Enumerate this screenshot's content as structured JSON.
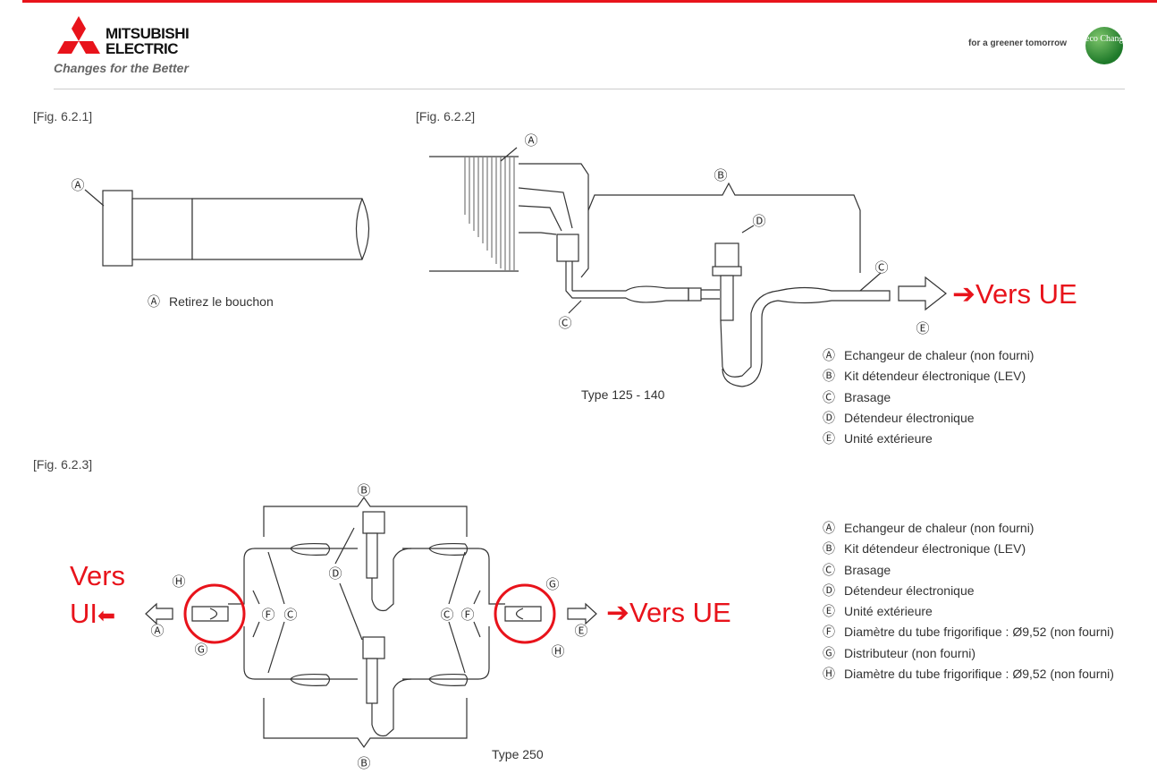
{
  "header": {
    "brand_line1": "MITSUBISHI",
    "brand_line2": "ELECTRIC",
    "tagline": "Changes for the Better",
    "slogan": "for a greener tomorrow",
    "eco_logo_text": "eco Changes",
    "accent": "#e8131b"
  },
  "fig1": {
    "label": "[Fig. 6.2.1]",
    "callout": "Ⓐ",
    "caption_key": "Ⓐ",
    "caption": "Retirez le bouchon"
  },
  "fig2": {
    "label": "[Fig. 6.2.2]",
    "callouts": {
      "a": "Ⓐ",
      "b": "Ⓑ",
      "c": "Ⓒ",
      "d": "Ⓓ",
      "e": "Ⓔ"
    },
    "type": "Type 125 - 140",
    "annotation": "➔Vers UE",
    "legend": [
      {
        "key": "Ⓐ",
        "text": "Echangeur de chaleur (non fourni)"
      },
      {
        "key": "Ⓑ",
        "text": "Kit détendeur électronique (LEV)"
      },
      {
        "key": "Ⓒ",
        "text": "Brasage"
      },
      {
        "key": "Ⓓ",
        "text": "Détendeur électronique"
      },
      {
        "key": "Ⓔ",
        "text": "Unité extérieure"
      }
    ]
  },
  "fig3": {
    "label": "[Fig. 6.2.3]",
    "callouts": {
      "a": "Ⓐ",
      "b": "Ⓑ",
      "c": "Ⓒ",
      "d": "Ⓓ",
      "e": "Ⓔ",
      "f": "Ⓕ",
      "g": "Ⓖ",
      "h": "Ⓗ"
    },
    "type": "Type 250",
    "annotation_left_1": "Vers",
    "annotation_left_2": "UI",
    "annotation_left_arrow": "⬅",
    "annotation_right": "➔Vers UE",
    "legend": [
      {
        "key": "Ⓐ",
        "text": "Echangeur de chaleur (non fourni)"
      },
      {
        "key": "Ⓑ",
        "text": "Kit détendeur électronique (LEV)"
      },
      {
        "key": "Ⓒ",
        "text": "Brasage"
      },
      {
        "key": "Ⓓ",
        "text": "Détendeur électronique"
      },
      {
        "key": "Ⓔ",
        "text": "Unité extérieure"
      },
      {
        "key": "Ⓕ",
        "text": "Diamètre du tube frigorifique : Ø9,52 (non fourni)"
      },
      {
        "key": "Ⓖ",
        "text": "Distributeur (non fourni)"
      },
      {
        "key": "Ⓗ",
        "text": "Diamètre du tube frigorifique : Ø9,52 (non fourni)"
      }
    ]
  }
}
